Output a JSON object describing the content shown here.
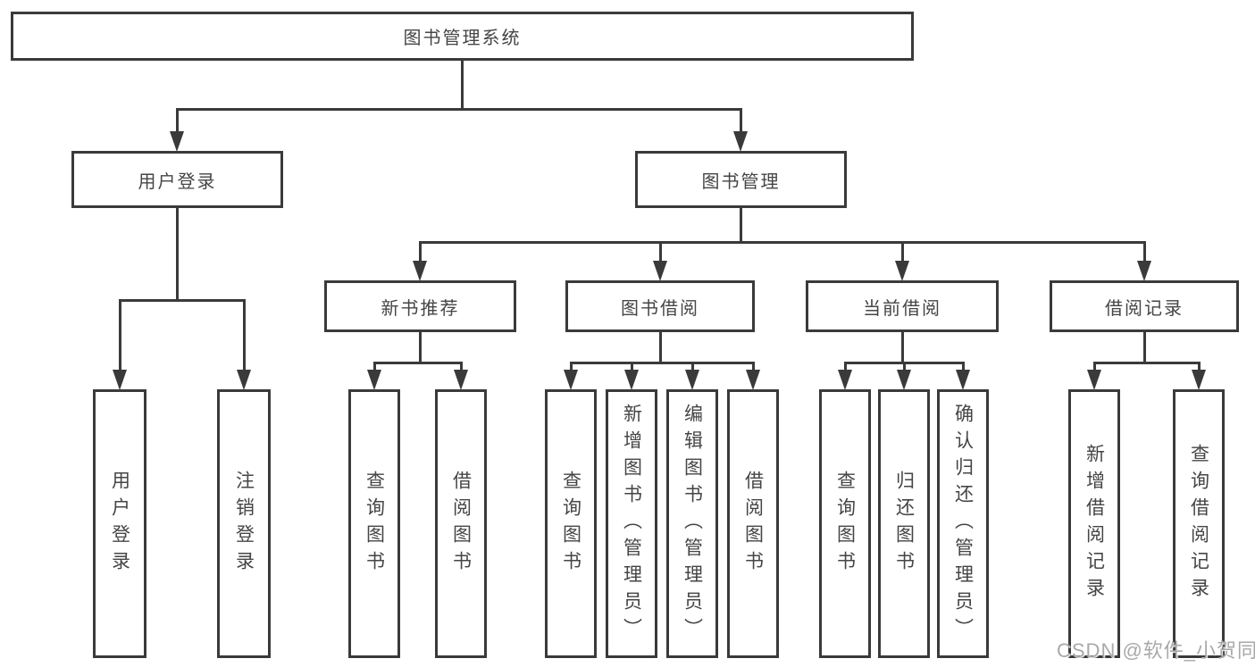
{
  "colors": {
    "line": "#3a3a3a",
    "text": "#454545",
    "watermark": "#a9a9a9",
    "background": "#ffffff"
  },
  "tree": {
    "root": "图书管理系统",
    "branches": [
      {
        "label": "用户登录",
        "children": [
          {
            "label": "用户登录"
          },
          {
            "label": "注销登录"
          }
        ]
      },
      {
        "label": "图书管理",
        "sections": [
          {
            "label": "新书推荐",
            "children": [
              {
                "label": "查询图书"
              },
              {
                "label": "借阅图书"
              }
            ]
          },
          {
            "label": "图书借阅",
            "children": [
              {
                "label": "查询图书"
              },
              {
                "label": "新增图书（管理员）"
              },
              {
                "label": "编辑图书（管理员）"
              },
              {
                "label": "借阅图书"
              }
            ]
          },
          {
            "label": "当前借阅",
            "children": [
              {
                "label": "查询图书"
              },
              {
                "label": "归还图书"
              },
              {
                "label": "确认归还（管理员）"
              }
            ]
          },
          {
            "label": "借阅记录",
            "children": [
              {
                "label": "新增借阅记录"
              },
              {
                "label": "查询借阅记录"
              }
            ]
          }
        ]
      }
    ]
  },
  "watermark": "CSDN @软件_小贺同学"
}
